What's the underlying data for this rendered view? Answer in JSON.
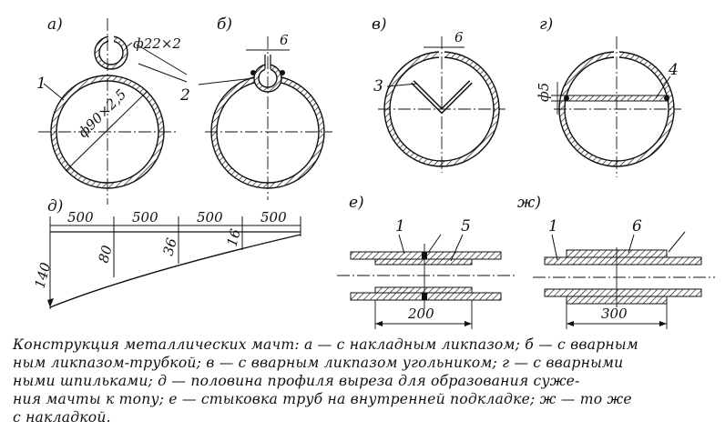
{
  "labels": {
    "a": "а)",
    "b": "б)",
    "v": "в)",
    "g": "г)",
    "d": "д)",
    "e": "е)",
    "zh": "ж)"
  },
  "dims": {
    "tube_small": "ф22×2",
    "tube_main": "ф90×2,5",
    "slot_b": "6",
    "slot_v": "6",
    "gap_g": "ф5",
    "len_e": "200",
    "len_zh": "300",
    "profile_segments": [
      "500",
      "500",
      "500",
      "500"
    ],
    "profile_depths": [
      "140",
      "80",
      "36",
      "16"
    ]
  },
  "parts": {
    "p1_a": "1",
    "p2": "2",
    "p3": "3",
    "p4": "4",
    "p1_e": "1",
    "p5": "5",
    "p1_zh": "1",
    "p6": "6"
  },
  "caption": {
    "line1": "Конструкция металлических мачт: а — с накладным ликпазом; б — с вварным",
    "line2": "ным ликпазом-трубкой; в — с вварным ликпазом угольником; г — с вварными",
    "line3": "ными шпильками; д — половина профиля выреза для образования суже-",
    "line4": "ния мачты к топу; е — стыковка труб на внутренней подкладке; ж — то же",
    "line5": "с накладкой."
  }
}
